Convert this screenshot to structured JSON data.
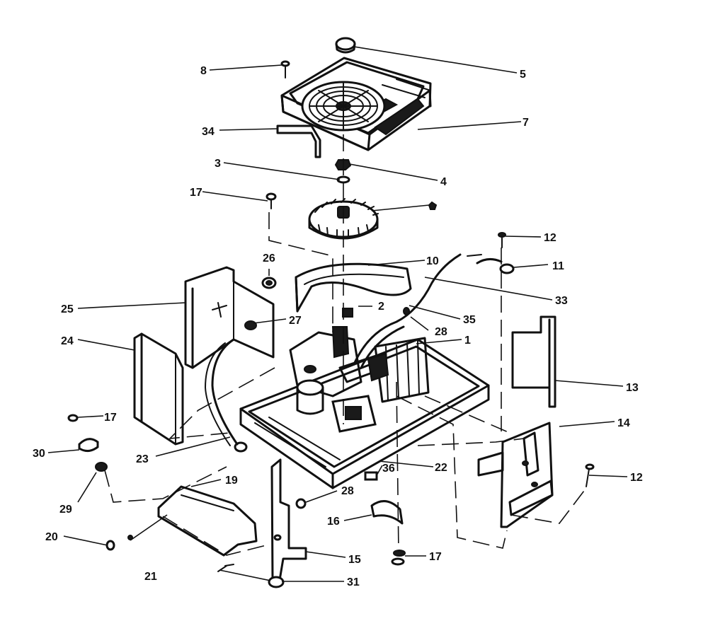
{
  "callouts": [
    {
      "id": "c1",
      "text": "1"
    },
    {
      "id": "c2",
      "text": "2"
    },
    {
      "id": "c3",
      "text": "3"
    },
    {
      "id": "c4",
      "text": "4"
    },
    {
      "id": "c5",
      "text": "5"
    },
    {
      "id": "c7",
      "text": "7"
    },
    {
      "id": "c8",
      "text": "8"
    },
    {
      "id": "c10",
      "text": "10"
    },
    {
      "id": "c11",
      "text": "11"
    },
    {
      "id": "c12a",
      "text": "12"
    },
    {
      "id": "c12b",
      "text": "12"
    },
    {
      "id": "c13",
      "text": "13"
    },
    {
      "id": "c14",
      "text": "14"
    },
    {
      "id": "c15",
      "text": "15"
    },
    {
      "id": "c16",
      "text": "16"
    },
    {
      "id": "c17a",
      "text": "17"
    },
    {
      "id": "c17b",
      "text": "17"
    },
    {
      "id": "c17c",
      "text": "17"
    },
    {
      "id": "c19",
      "text": "19"
    },
    {
      "id": "c20",
      "text": "20"
    },
    {
      "id": "c21",
      "text": "21"
    },
    {
      "id": "c22",
      "text": "22"
    },
    {
      "id": "c23",
      "text": "23"
    },
    {
      "id": "c24",
      "text": "24"
    },
    {
      "id": "c25",
      "text": "25"
    },
    {
      "id": "c26",
      "text": "26"
    },
    {
      "id": "c27",
      "text": "27"
    },
    {
      "id": "c28a",
      "text": "28"
    },
    {
      "id": "c28b",
      "text": "28"
    },
    {
      "id": "c29",
      "text": "29"
    },
    {
      "id": "c30",
      "text": "30"
    },
    {
      "id": "c31",
      "text": "31"
    },
    {
      "id": "c33",
      "text": "33"
    },
    {
      "id": "c34",
      "text": "34"
    },
    {
      "id": "c35",
      "text": "35"
    },
    {
      "id": "c36",
      "text": "36"
    }
  ]
}
